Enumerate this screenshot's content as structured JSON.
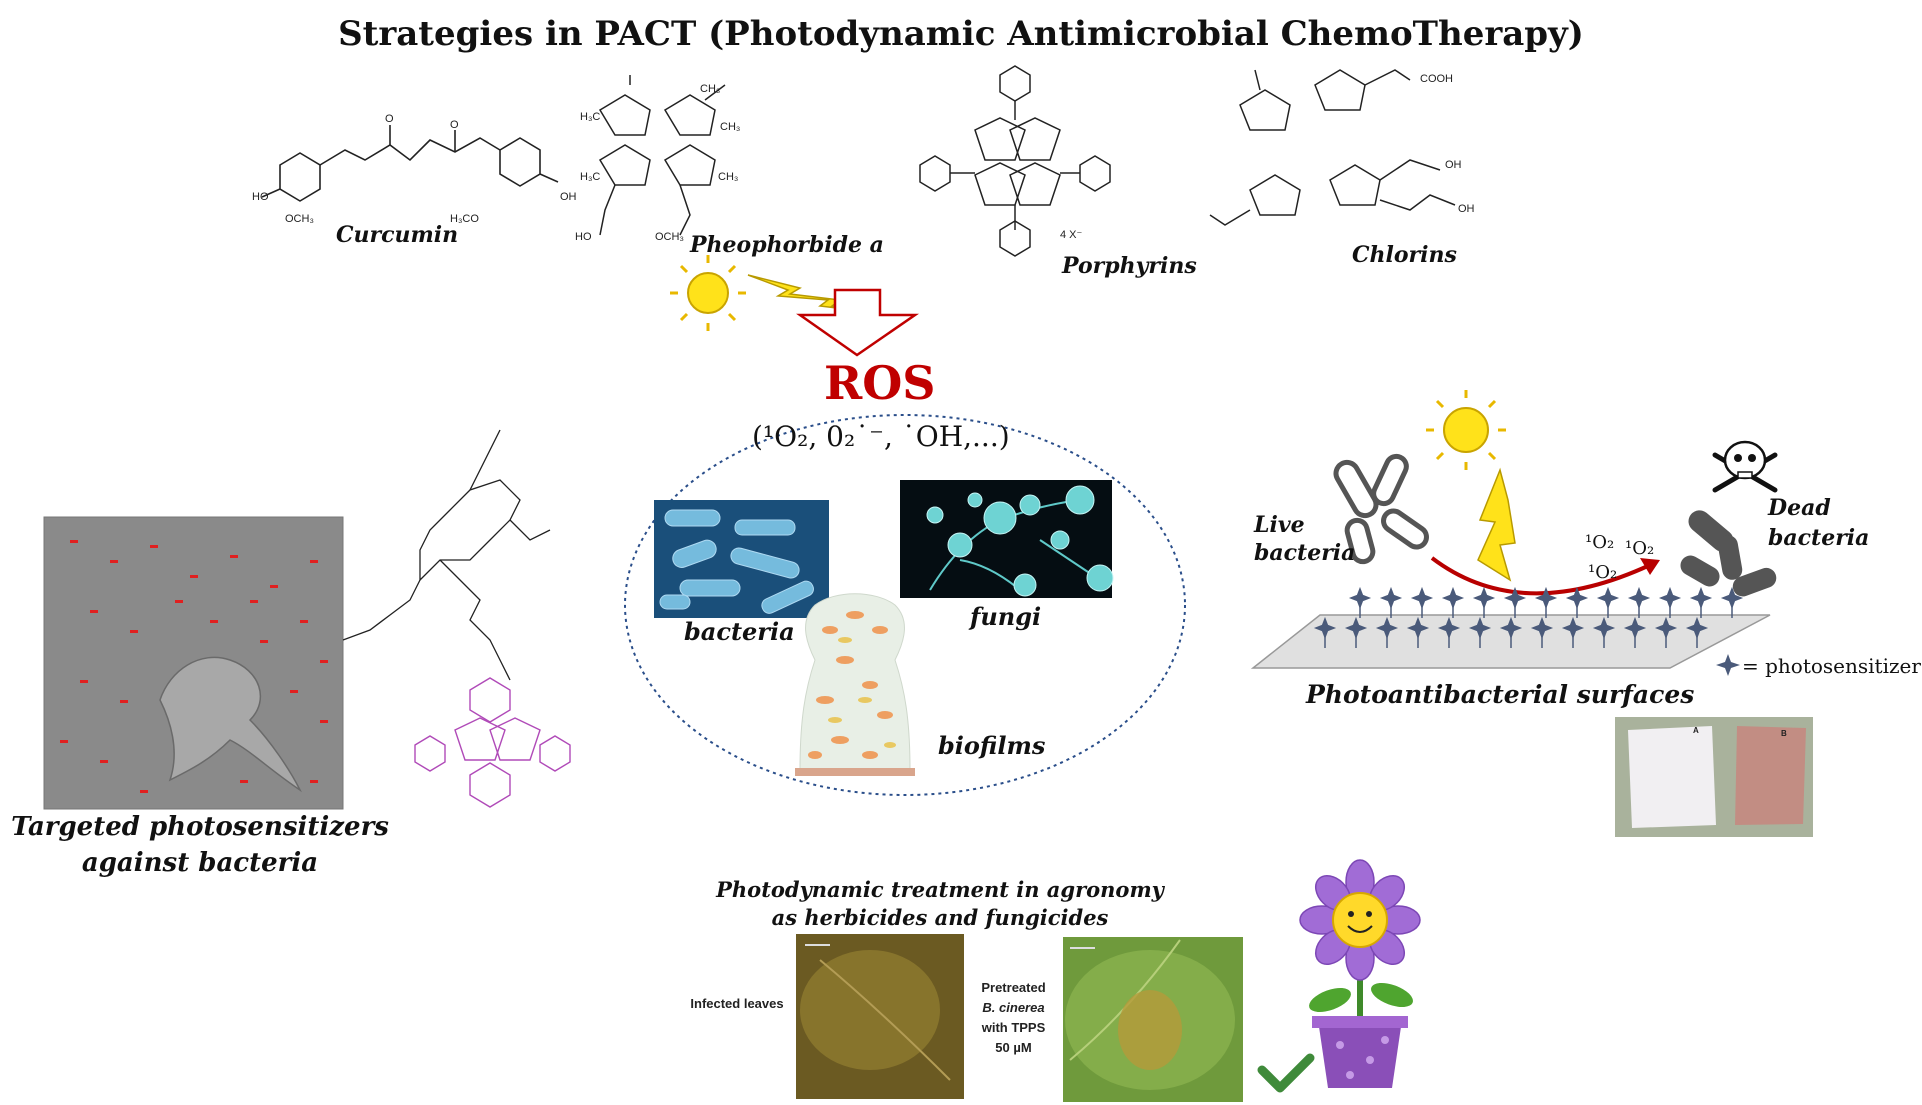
{
  "title": "Strategies in PACT (Photodynamic Antimicrobial ChemoTherapy)",
  "molecules": {
    "curcumin": "Curcumin",
    "pheophorbide": "Pheophorbide a",
    "porphyrins": "Porphyrins",
    "chlorins": "Chlorins"
  },
  "ros": {
    "label": "ROS",
    "species": "(¹O₂, 0₂˙⁻, ˙OH,...)"
  },
  "microbes": {
    "bacteria": "bacteria",
    "fungi": "fungi",
    "biofilms": "biofilms"
  },
  "targeted": {
    "line1": "Targeted photosensitizers",
    "line2": "against bacteria"
  },
  "surfaces": {
    "live_line1": "Live",
    "live_line2": "bacteria",
    "dead_line1": "Dead",
    "dead_line2": "bacteria",
    "singlet_oxygen": "¹O₂",
    "title": "Photoantibacterial surfaces",
    "legend": "= photosensitizer",
    "sample_a": "A",
    "sample_b": "B"
  },
  "agronomy": {
    "line1": "Photodynamic treatment in agronomy",
    "line2": "as herbicides and fungicides",
    "infected": "Infected leaves",
    "pretreated_1": "Pretreated",
    "pretreated_2": "B. cinerea",
    "pretreated_3": "with TPPS",
    "pretreated_4": "50 µM"
  },
  "colors": {
    "ros_red": "#c00000",
    "sun_yellow": "#ffe21a",
    "arrow_red": "#b80000",
    "ps_blue": "#4a5a7a"
  }
}
